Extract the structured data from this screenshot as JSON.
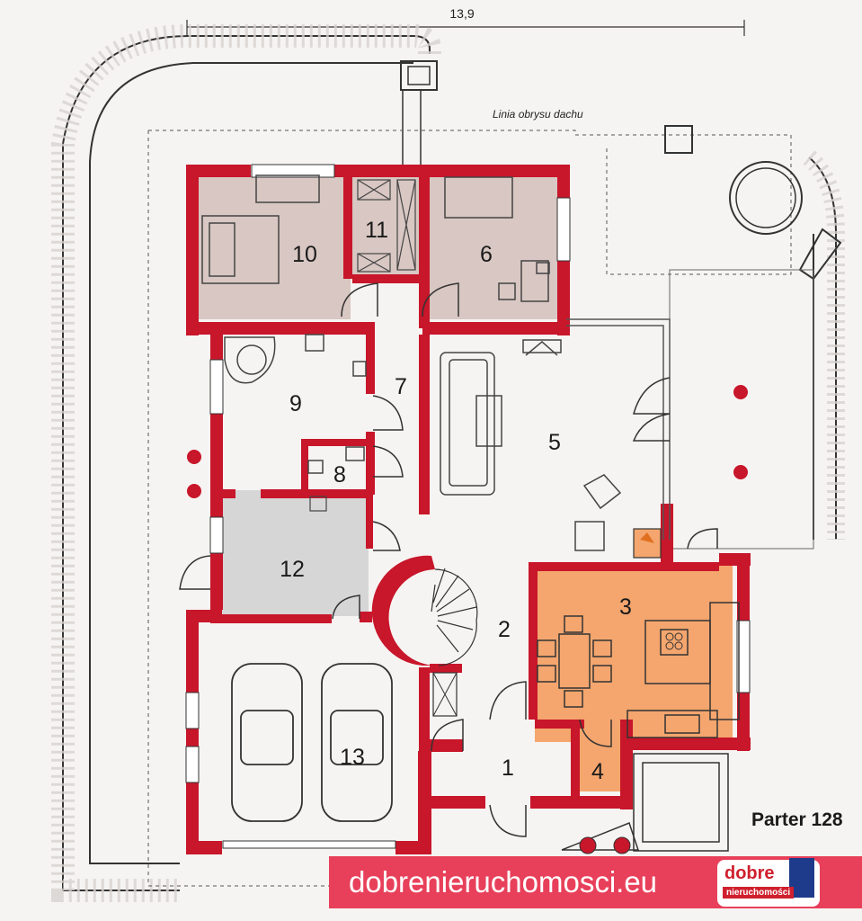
{
  "dimension_label": "13,9",
  "roof_outline_label": "Linia obrysu dachu",
  "floor_title": "Parter 128",
  "banner": {
    "url": "dobrenieruchomosci.eu",
    "logo_main": "dobre",
    "logo_sub": "nieruchomości"
  },
  "rooms": [
    {
      "id": "1",
      "label": "1"
    },
    {
      "id": "2",
      "label": "2"
    },
    {
      "id": "3",
      "label": "3"
    },
    {
      "id": "4",
      "label": "4"
    },
    {
      "id": "5",
      "label": "5"
    },
    {
      "id": "6",
      "label": "6"
    },
    {
      "id": "7",
      "label": "7"
    },
    {
      "id": "8",
      "label": "8"
    },
    {
      "id": "9",
      "label": "9"
    },
    {
      "id": "10",
      "label": "10"
    },
    {
      "id": "11",
      "label": "11"
    },
    {
      "id": "12",
      "label": "12"
    },
    {
      "id": "13",
      "label": "13"
    }
  ],
  "colors": {
    "wall": "#c8162a",
    "bedroom_fill": "#d8c7c2",
    "kitchen_fill": "#f4a66e",
    "garage_fill": "#d6d6d6",
    "banner": "#e8405a"
  }
}
